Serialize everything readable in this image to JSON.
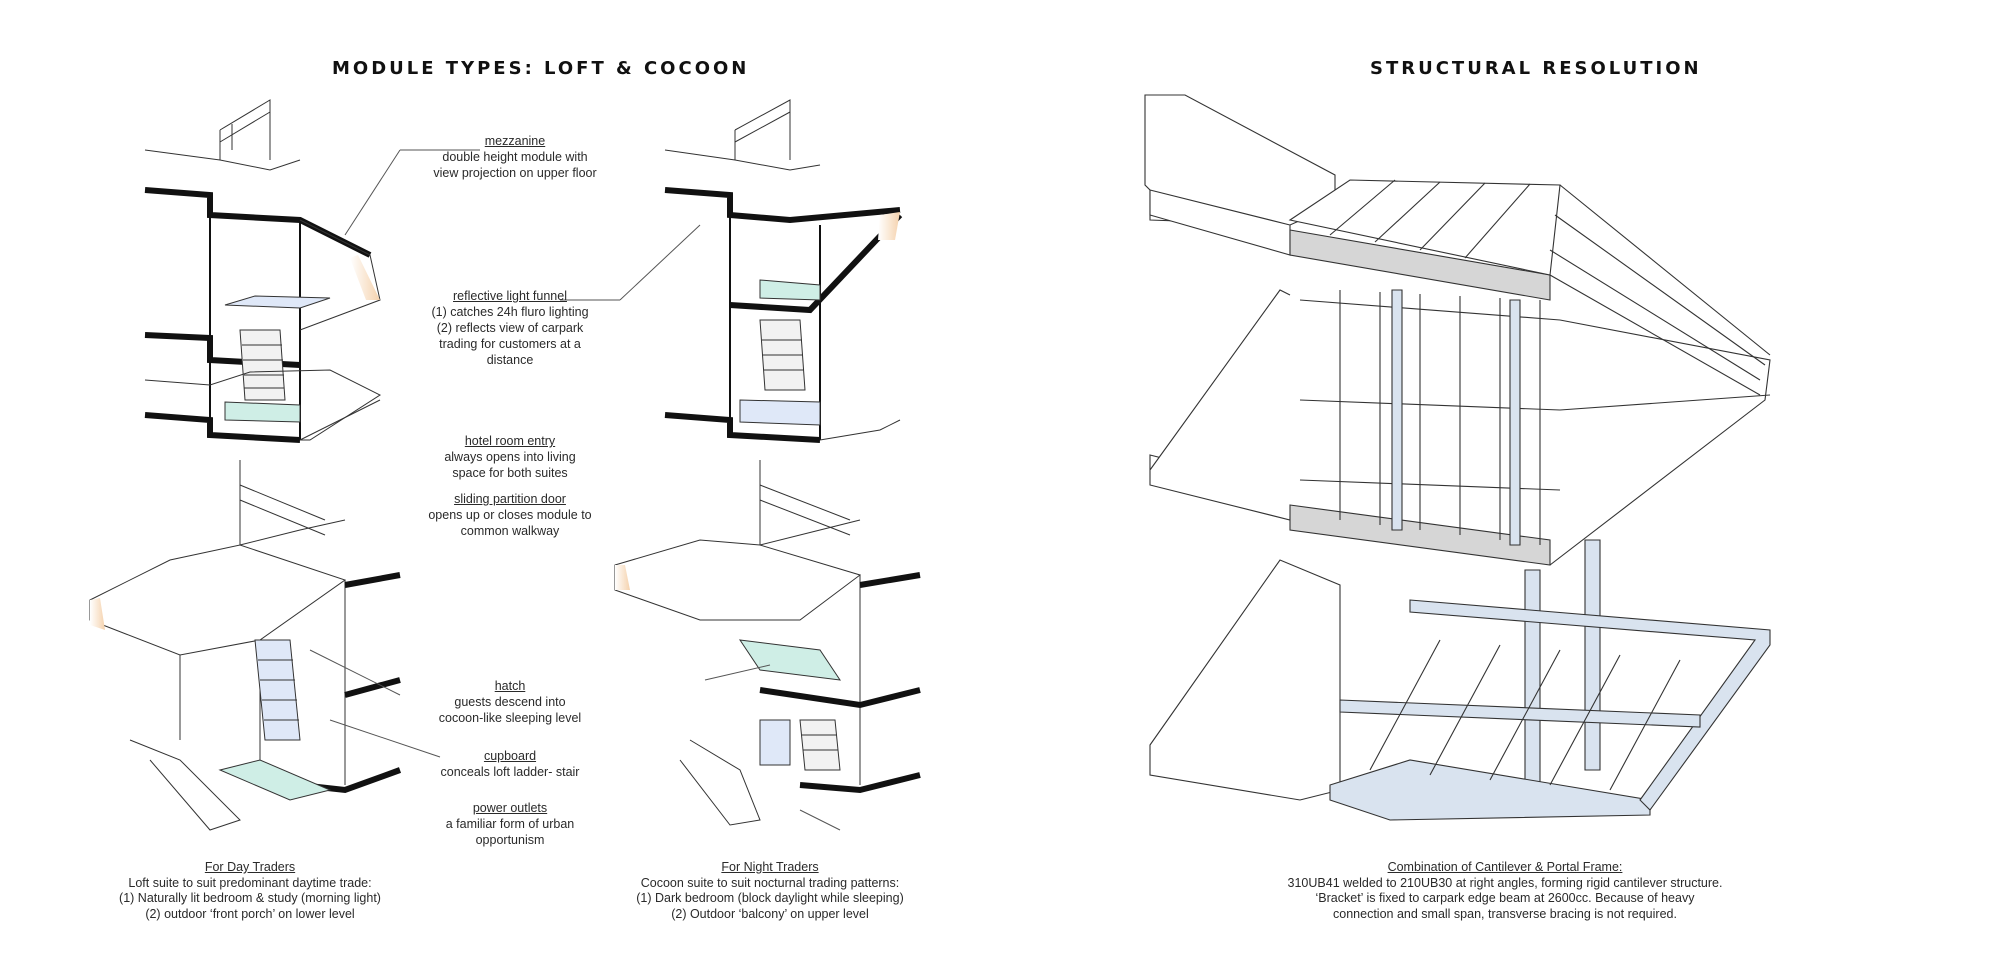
{
  "left_panel": {
    "title": "MODULE TYPES: LOFT & COCOON",
    "annotations": {
      "mezzanine": {
        "heading": "mezzanine",
        "body": "double height module with\nview projection on upper floor"
      },
      "light_funnel": {
        "heading": "reflective light funnel",
        "body": "(1) catches 24h fluro lighting\n(2) reflects view of carpark\ntrading for customers at a\ndistance"
      },
      "room_entry": {
        "heading": "hotel room entry",
        "body": "always opens into living\nspace for both suites"
      },
      "partition": {
        "heading": "sliding partition door",
        "body": "opens up or closes module to\ncommon walkway"
      },
      "hatch": {
        "heading": "hatch",
        "body": "guests descend into\ncocoon-like sleeping level"
      },
      "cupboard": {
        "heading": "cupboard",
        "body": "conceals loft ladder- stair"
      },
      "outlets": {
        "heading": "power outlets",
        "body": "a familiar form of urban\nopportunism"
      }
    },
    "captions": {
      "day": {
        "heading": "For Day Traders",
        "body": "Loft suite to suit predominant daytime trade:\n(1) Naturally lit bedroom & study (morning light)\n(2) outdoor ‘front porch’ on lower level"
      },
      "night": {
        "heading": "For Night Traders",
        "body": "Cocoon suite to suit nocturnal trading patterns:\n(1) Dark bedroom (block daylight while sleeping)\n(2) Outdoor ‘balcony’ on upper level"
      }
    }
  },
  "right_panel": {
    "title": "STRUCTURAL RESOLUTION",
    "caption": {
      "heading": "Combination of Cantilever & Portal Frame:",
      "body": "310UB41 welded to 210UB30 at right angles, forming rigid cantilever structure.\n‘Bracket’ is fixed to carpark edge beam at 2600cc. Because of heavy\nconnection and small span, transverse bracing is not required."
    }
  },
  "colors": {
    "ink": "#111111",
    "line": "#333333",
    "accent_orange": "#f5d2ad",
    "accent_blue": "#dfe8f8",
    "accent_mint": "#cfeee6",
    "steel_blue": "#d9e3ef",
    "concrete": "#d6d6d6"
  }
}
